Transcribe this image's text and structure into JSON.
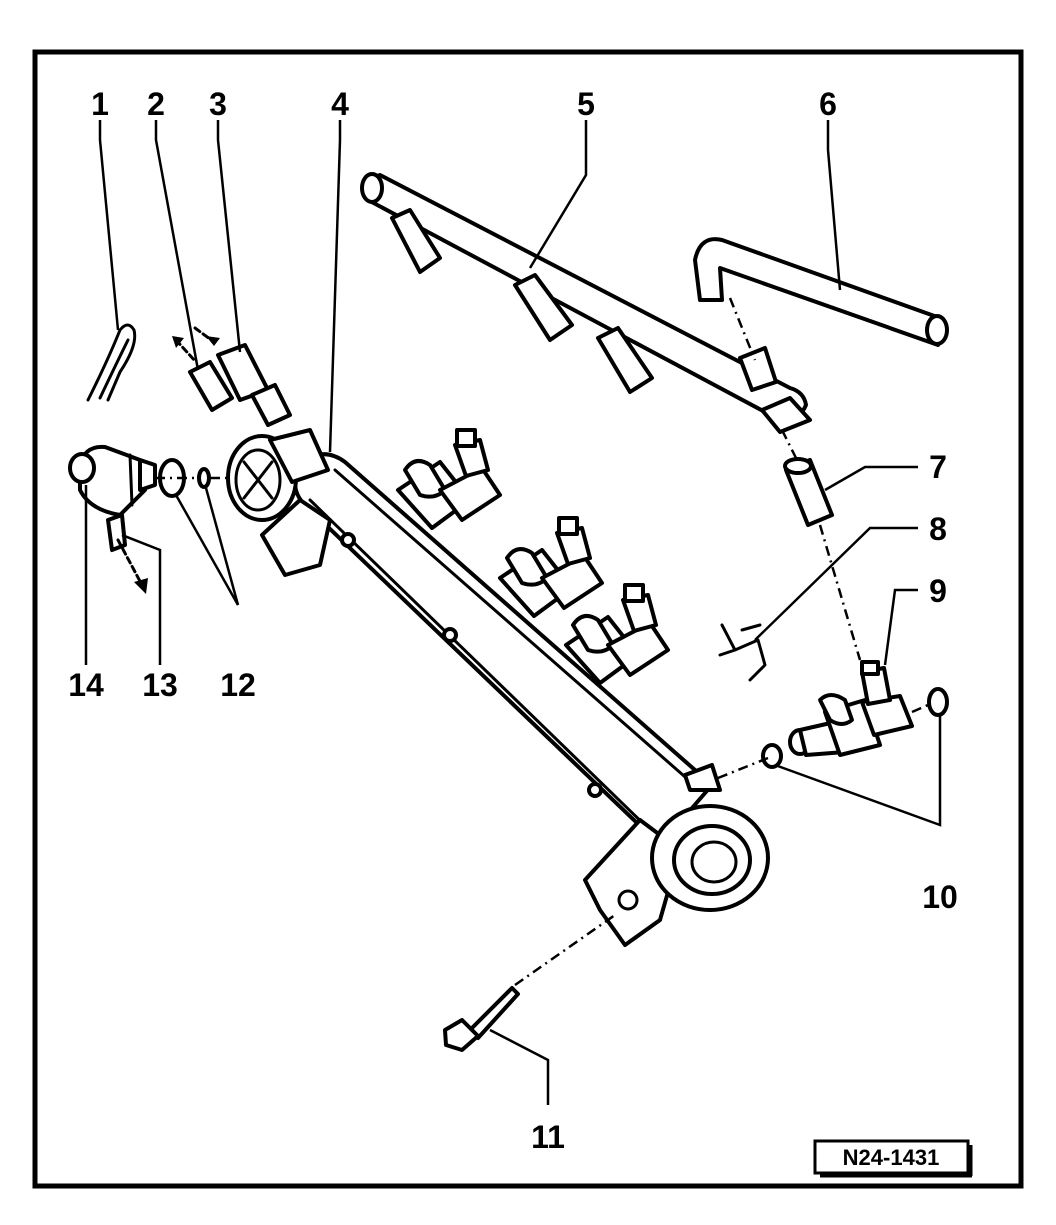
{
  "figure_id": "N24-1431",
  "callouts": [
    "1",
    "2",
    "3",
    "4",
    "5",
    "6",
    "7",
    "8",
    "9",
    "10",
    "11",
    "12",
    "13",
    "14"
  ]
}
